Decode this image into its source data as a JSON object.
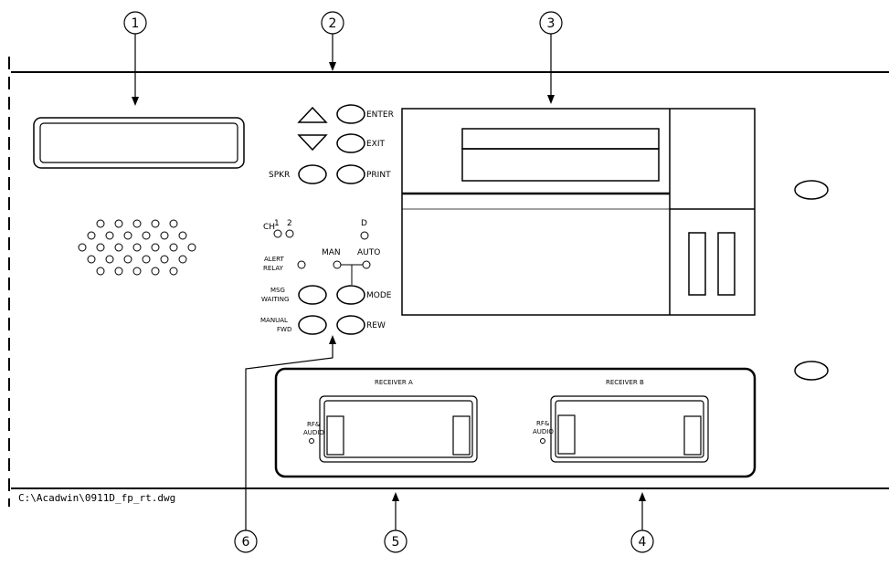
{
  "callouts": [
    "1",
    "2",
    "3",
    "6",
    "5",
    "4"
  ],
  "buttons": {
    "enter": "ENTER",
    "exit": "EXIT",
    "print": "PRINT",
    "spkr": "SPKR",
    "msg_line1": "MSG",
    "msg_line2": "WAITING",
    "mode": "MODE",
    "manual_line1": "MANUAL",
    "manual_line2": "FWD",
    "rew": "REW"
  },
  "indicators": {
    "ch": "CH",
    "ch1": "1",
    "ch2": "2",
    "d": "D",
    "alert_line1": "ALERT",
    "alert_line2": "RELAY",
    "man": "MAN",
    "auto": "AUTO"
  },
  "receivers": {
    "a_title": "RECEIVER A",
    "b_title": "RECEIVER B",
    "rf_line1": "RF&",
    "rf_line2": "AUDIO"
  },
  "file_path": "C:\\Acadwin\\0911D_fp_rt.dwg"
}
